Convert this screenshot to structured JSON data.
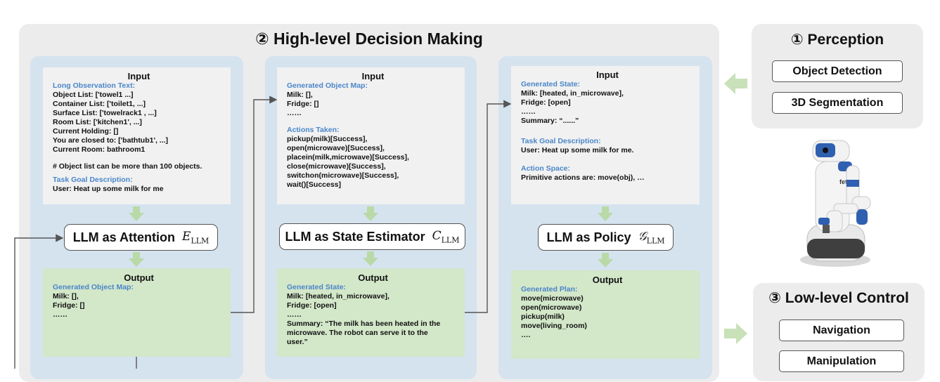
{
  "main_title": "② High-level Decision Making",
  "perception": {
    "title": "① Perception",
    "items": [
      "Object Detection",
      "3D Segmentation"
    ]
  },
  "lowlevel": {
    "title": "③ Low-level Control",
    "items": [
      "Navigation",
      "Manipulation"
    ]
  },
  "robot": {
    "logo_text": "fetch"
  },
  "col1": {
    "input_header": "Input",
    "sec1": "Long Observation Text:",
    "lines1": [
      "Object List: ['towel1 ...]",
      "Container List: ['toilet1, ...]",
      "Surface List: ['towelrack1 , ...]",
      "Room List: ['kitchen1', ...]",
      "Current Holding: []",
      "You are closed to: ['bathtub1', ...]",
      "Current Room: bathroom1"
    ],
    "note": "# Object list can be more than 100 objects.",
    "sec2": "Task Goal Description:",
    "goal": "User: Heat up some milk for me",
    "llm_label": "LLM as Attention",
    "llm_sym": "E",
    "llm_sub": "LLM",
    "output_header": "Output",
    "out_sec": "Generated Object Map:",
    "out_lines": [
      "Milk: [],",
      "Fridge: []",
      "……"
    ]
  },
  "col2": {
    "input_header": "Input",
    "sec1": "Generated Object Map:",
    "lines1": [
      "Milk: [],",
      "Fridge: []",
      "……"
    ],
    "sec2": "Actions Taken:",
    "lines2": [
      "pickup(milk)[Success],",
      "open(microwave)[Success],",
      "placein(milk,microwave)[Success],",
      "close(microwave)[Success],",
      "switchon(microwave)[Success],",
      "wait()[Success]"
    ],
    "llm_label": "LLM as State Estimator",
    "llm_sym": "C",
    "llm_sub": "LLM",
    "output_header": "Output",
    "out_sec": "Generated State:",
    "out_lines": [
      "Milk: [heated, in_microwave],",
      "Fridge: [open]",
      "……",
      "Summary: “The milk has been heated in the",
      "microwave. The robot can serve it to the",
      "user.”"
    ]
  },
  "col3": {
    "input_header": "Input",
    "sec1": "Generated State:",
    "lines1": [
      "Milk: [heated, in_microwave],",
      "Fridge: [open]",
      "……",
      "Summary: “......”"
    ],
    "sec2": "Task Goal Description:",
    "goal": "User: Heat up some milk for me.",
    "sec3": "Action Space:",
    "space": "Primitive actions are: move(obj), …",
    "llm_label": "LLM as Policy",
    "llm_sym": "𝒢",
    "llm_sub": "LLM",
    "output_header": "Output",
    "out_sec": "Generated Plan:",
    "out_lines": [
      "move(microwave)",
      "open(microwave)",
      "pickup(milk)",
      "move(living_room)",
      "…."
    ]
  }
}
